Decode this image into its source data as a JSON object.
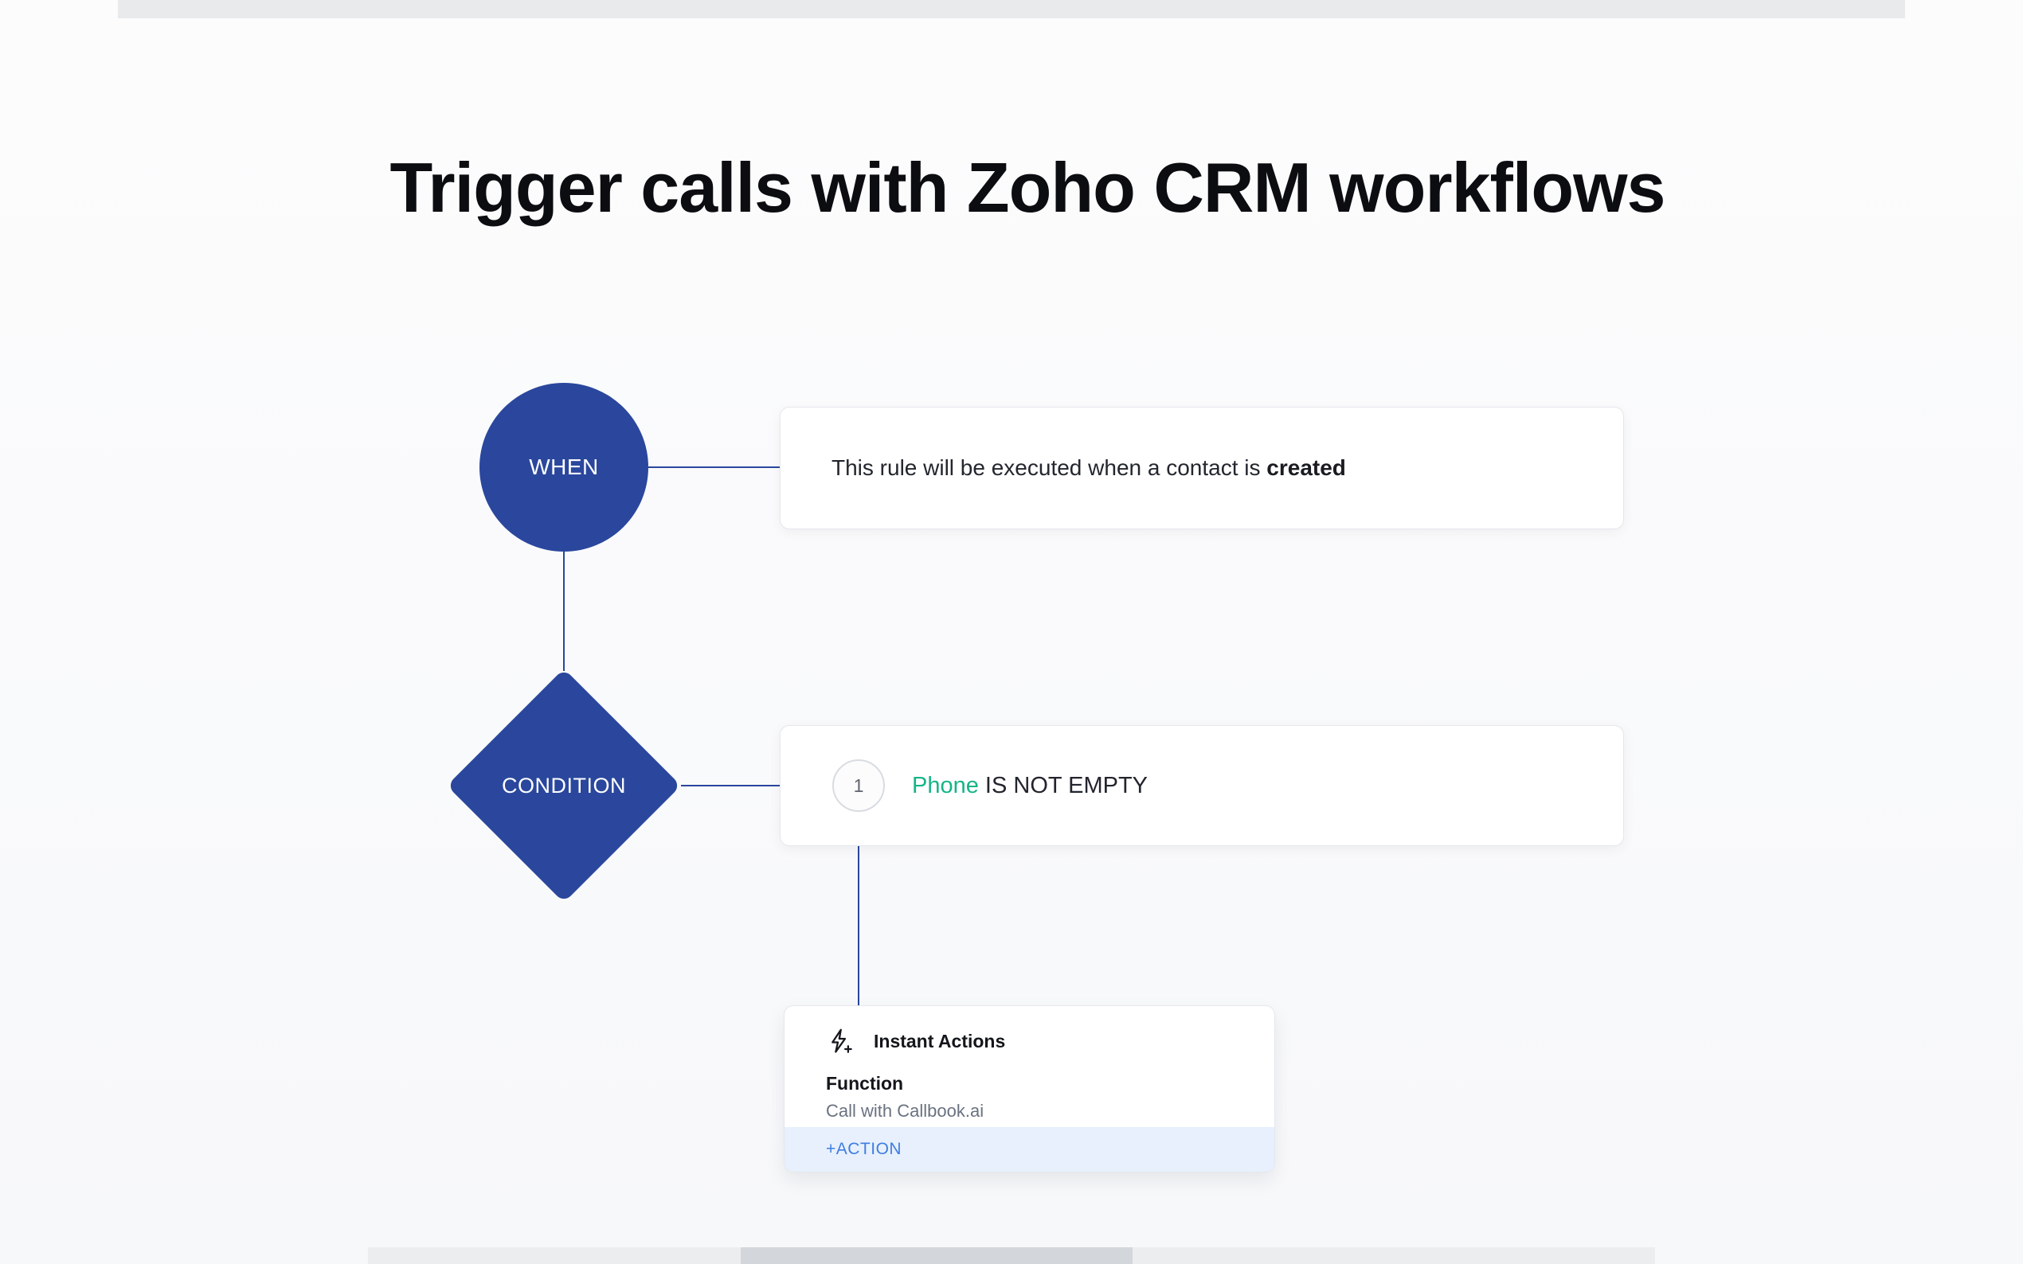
{
  "title": "Trigger calls with Zoho CRM workflows",
  "when": {
    "node_label": "WHEN",
    "card_text": "This rule will be executed when a contact is",
    "card_text_bold": "created"
  },
  "condition": {
    "node_label": "CONDITION",
    "index": "1",
    "field": "Phone",
    "operator": "IS NOT EMPTY"
  },
  "actions": {
    "header": "Instant Actions",
    "icon": "lightning-plus-icon",
    "item_title": "Function",
    "item_subtitle": "Call with Callbook.ai",
    "footer_button": "+ACTION"
  },
  "colors": {
    "node_blue": "#2a479d",
    "field_green": "#17b487",
    "action_blue": "#3f7de2",
    "action_bg": "#e7f0fc"
  }
}
